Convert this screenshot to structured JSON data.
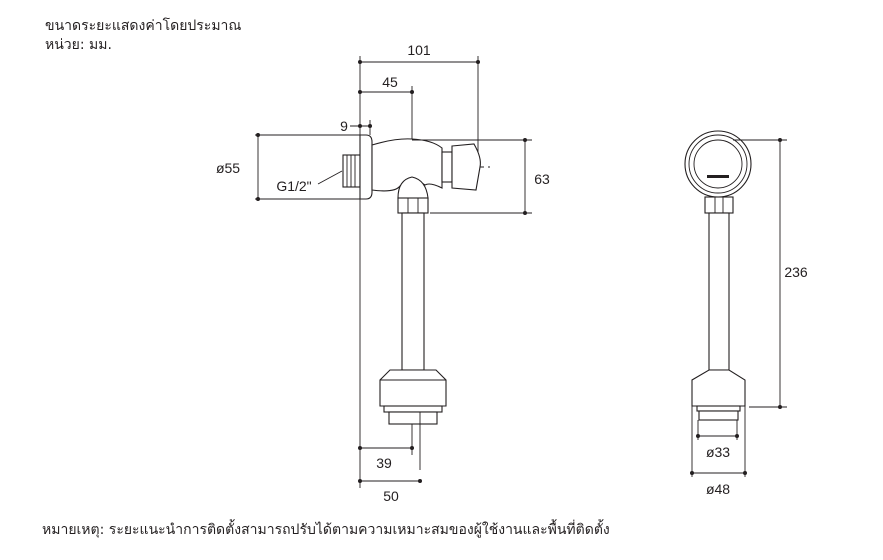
{
  "header": {
    "line1": "ขนาดระยะแสดงค่าโดยประมาณ",
    "line2": "หน่วย: มม."
  },
  "dimensions": {
    "overall_depth": "101",
    "center_offset": "45",
    "flange_thickness": "9",
    "flange_diameter": "ø55",
    "thread": "G1/2\"",
    "body_height": "63",
    "outlet_offset": "39",
    "outlet_to_base_edge": "50",
    "total_height": "236",
    "outlet_inner_diameter": "ø33",
    "outlet_outer_diameter": "ø48"
  },
  "note": "หมายเหตุ: ระยะแนะนำการติดตั้งสามารถปรับได้ตามความเหมาะสมของผู้ใช้งานและพื้นที่ติดตั้ง"
}
